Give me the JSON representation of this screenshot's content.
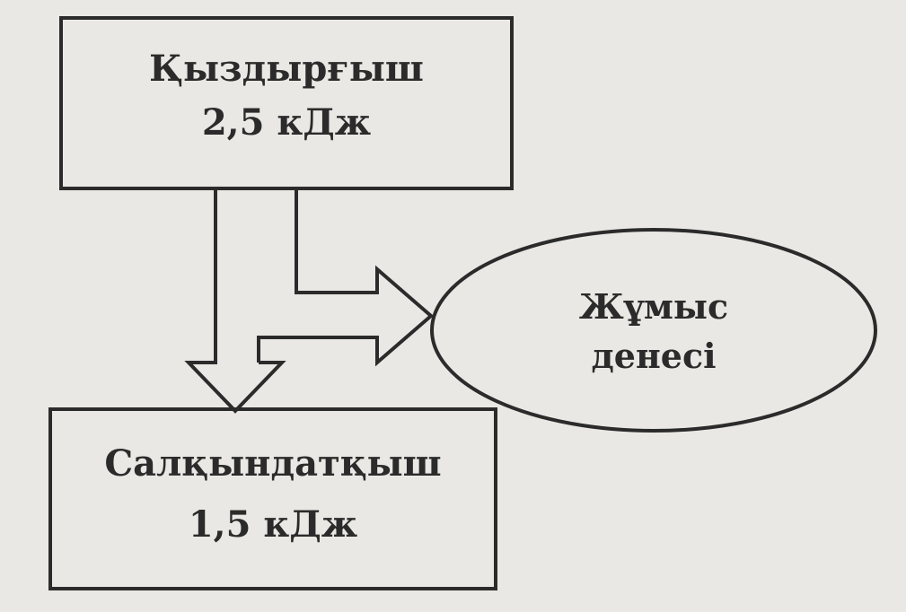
{
  "heater": {
    "name": "Қыздырғыш",
    "value": "2,5 кДж"
  },
  "cooler": {
    "name": "Салқындатқыш",
    "value": "1,5 кДж"
  },
  "working_body": {
    "line1": "Жұмыс",
    "line2": "денесі"
  },
  "colors": {
    "background": "#e9e8e4",
    "stroke": "#2b2b2b"
  }
}
